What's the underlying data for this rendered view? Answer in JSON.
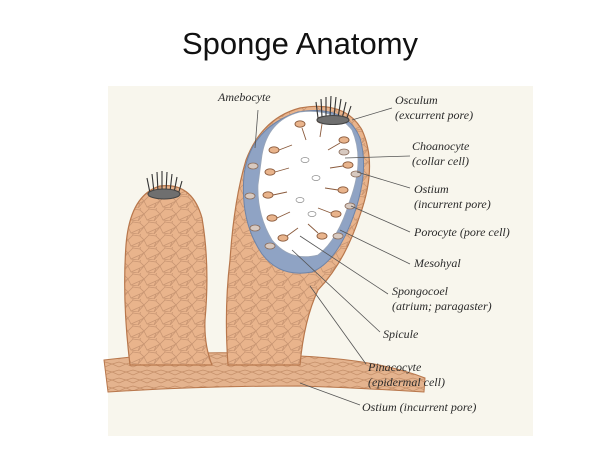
{
  "title": "Sponge Anatomy",
  "labels": {
    "amebocyte": "Amebocyte",
    "osculum": [
      "Osculum",
      "(excurrent pore)"
    ],
    "choanocyte": [
      "Choanocyte",
      "(collar cell)"
    ],
    "ostium": [
      "Ostium",
      "(incurrent pore)"
    ],
    "porocyte": "Porocyte (pore cell)",
    "mesohyal": "Mesohyal",
    "spongocoel": [
      "Spongocoel",
      "(atrium; paragaster)"
    ],
    "spicule": "Spicule",
    "pinacocyte": [
      "Pinacocyte",
      "(epidermal cell)"
    ],
    "ostium_base": "Ostium (incurrent pore)"
  },
  "colors": {
    "body_fill": "#e9b48c",
    "body_edge": "#b8774c",
    "cell_lines": "#c99673",
    "mesohyl_blue": "#8fa3c4",
    "cavity": "#ffffff",
    "cavity_bg": "#fcfbf3"
  }
}
